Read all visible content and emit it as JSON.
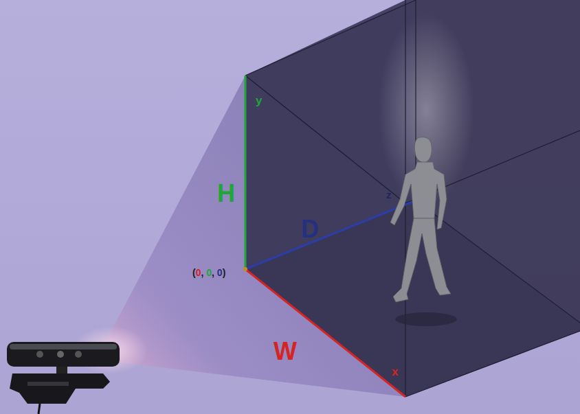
{
  "diagram": {
    "labels": [
      "y",
      "H",
      "z",
      "D",
      "(0, 0, 0)",
      "W",
      "x"
    ]
  }
}
